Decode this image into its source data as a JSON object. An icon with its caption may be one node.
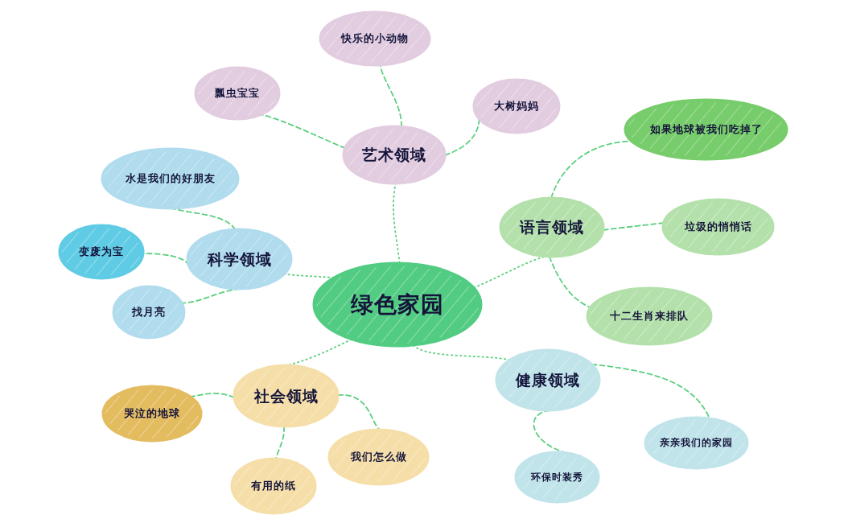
{
  "diagram": {
    "nodes": [
      {
        "text": [
          "绿色家园"
        ]
      },
      {
        "text": [
          "艺术领域"
        ]
      },
      {
        "text": [
          "快乐的小动物"
        ]
      },
      {
        "text": [
          "瓢虫宝宝"
        ]
      },
      {
        "text": [
          "大树妈妈"
        ]
      },
      {
        "text": [
          "语言领域"
        ]
      },
      {
        "text": [
          "如果地球被我们吃掉了"
        ]
      },
      {
        "text": [
          "垃圾的悄悄话"
        ]
      },
      {
        "text": [
          "十二生肖来排队"
        ]
      },
      {
        "text": [
          "健康领域"
        ]
      },
      {
        "text": [
          "亲亲我们的家园"
        ]
      },
      {
        "text": [
          "环保时装秀"
        ]
      },
      {
        "text": [
          "社会领域"
        ]
      },
      {
        "text": [
          "哭泣的地球"
        ]
      },
      {
        "text": [
          "有用的纸"
        ]
      },
      {
        "text": [
          "我们怎么做"
        ]
      },
      {
        "text": [
          "科学领域"
        ]
      },
      {
        "text": [
          "水是我们的好朋友"
        ]
      },
      {
        "text": [
          "变废为宝"
        ]
      },
      {
        "text": [
          "找月亮"
        ]
      }
    ],
    "edges": [
      {
        "from": 0,
        "to": 1,
        "arrow": "none",
        "style": "dashed"
      },
      {
        "from": 1,
        "to": 2,
        "arrow": "none",
        "style": "dashed"
      },
      {
        "from": 1,
        "to": 3,
        "arrow": "none",
        "style": "dashed"
      },
      {
        "from": 1,
        "to": 4,
        "arrow": "none",
        "style": "dashed"
      },
      {
        "from": 0,
        "to": 5,
        "arrow": "none",
        "style": "dashed"
      },
      {
        "from": 5,
        "to": 6,
        "arrow": "none",
        "style": "dashed"
      },
      {
        "from": 5,
        "to": 7,
        "arrow": "none",
        "style": "dashed"
      },
      {
        "from": 5,
        "to": 8,
        "arrow": "none",
        "style": "dashed"
      },
      {
        "from": 0,
        "to": 9,
        "arrow": "none",
        "style": "dashed"
      },
      {
        "from": 9,
        "to": 10,
        "arrow": "none",
        "style": "dashed"
      },
      {
        "from": 9,
        "to": 11,
        "arrow": "none",
        "style": "dashed"
      },
      {
        "from": 0,
        "to": 12,
        "arrow": "none",
        "style": "dashed"
      },
      {
        "from": 12,
        "to": 13,
        "arrow": "none",
        "style": "dashed"
      },
      {
        "from": 12,
        "to": 14,
        "arrow": "none",
        "style": "dashed"
      },
      {
        "from": 12,
        "to": 15,
        "arrow": "none",
        "style": "dashed"
      },
      {
        "from": 0,
        "to": 16,
        "arrow": "none",
        "style": "dashed"
      },
      {
        "from": 16,
        "to": 17,
        "arrow": "none",
        "style": "dashed"
      },
      {
        "from": 16,
        "to": 18,
        "arrow": "none",
        "style": "dashed"
      },
      {
        "from": 16,
        "to": 19,
        "arrow": "none",
        "style": "dashed"
      }
    ]
  }
}
